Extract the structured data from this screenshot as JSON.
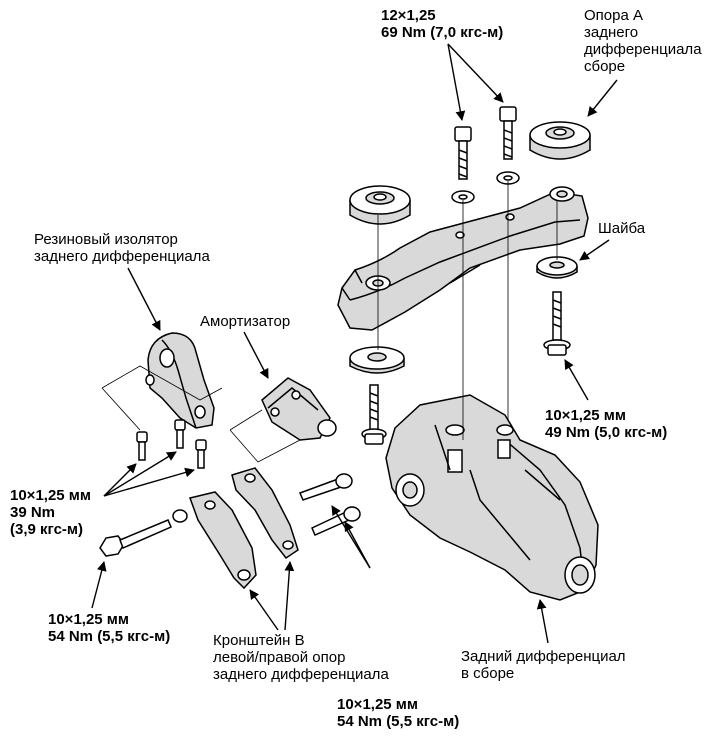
{
  "labels": {
    "bolt_top": {
      "spec": "12×1,25",
      "torque": "69 Nm (7,0 кгс-м)"
    },
    "mount_a": [
      "Опора А",
      "заднего",
      "дифференциала",
      "сборе"
    ],
    "washer": "Шайба",
    "rubber_insulator": [
      "Резиновый изолятор",
      "заднего дифференциала"
    ],
    "damper": "Амортизатор",
    "bolt_right": {
      "spec": "10×1,25 мм",
      "torque": "49 Nm (5,0 кгс-м)"
    },
    "bolt_left": {
      "spec": "10×1,25 мм",
      "torque": "39 Nm",
      "torque_alt": "(3,9 кгс-м)"
    },
    "bolt_bottom_left": {
      "spec": "10×1,25 мм",
      "torque": "54 Nm (5,5 кгс-м)"
    },
    "bracket_b": [
      "Кронштейн В",
      "левой/правой опор",
      "заднего дифференциала"
    ],
    "rear_diff": [
      "Задний дифференциал",
      "в сборе"
    ],
    "bolt_bottom": {
      "spec": "10×1,25 мм",
      "torque": "54 Nm (5,5 кгс-м)"
    }
  },
  "colors": {
    "line": "#000000",
    "fill": "#ffffff",
    "shade": "#d9d9d9"
  }
}
